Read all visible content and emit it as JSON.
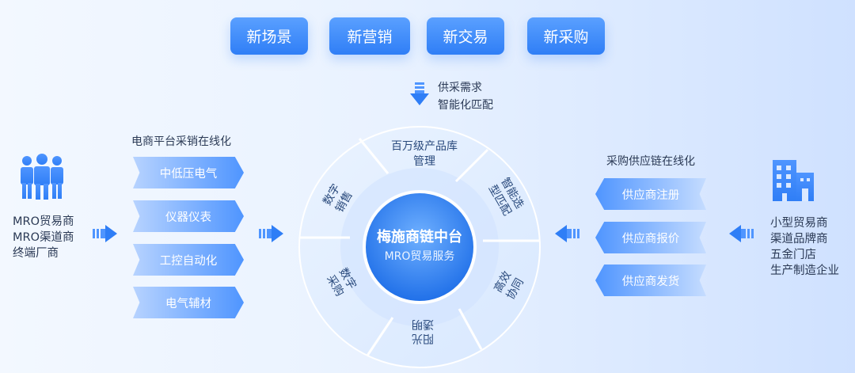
{
  "top_buttons": [
    "新场景",
    "新营销",
    "新交易",
    "新采购"
  ],
  "top_note": [
    "供采需求",
    "智能化匹配"
  ],
  "left": {
    "customers": [
      "MRO贸易商",
      "MRO渠道商",
      "终端厂商"
    ],
    "section_title": "电商平台采销在线化",
    "tags": [
      "中低压电气",
      "仪器仪表",
      "工控自动化",
      "电气辅材"
    ]
  },
  "right": {
    "customers": [
      "小型贸易商",
      "渠道品牌商",
      "五金门店",
      "生产制造企业"
    ],
    "section_title": "采购供应链在线化",
    "tags": [
      "供应商注册",
      "供应商报价",
      "供应商发货"
    ]
  },
  "center": {
    "title": "梅施商链中台",
    "subtitle": "MRO贸易服务",
    "segments": [
      [
        "百万级产品库",
        "管理"
      ],
      [
        "智能选",
        "型匹配"
      ],
      [
        "高效",
        "协同"
      ],
      [
        "阳光",
        "透明"
      ],
      [
        "数字",
        "采购"
      ],
      [
        "数字",
        "销售"
      ]
    ]
  },
  "colors": {
    "accent": "#2f7ef6",
    "light_accent": "#5aa0ff",
    "text": "#2b3a55"
  },
  "icons": [
    "people-icon",
    "building-icon",
    "double-arrow-right-icon",
    "double-arrow-left-icon",
    "double-arrow-down-icon"
  ]
}
